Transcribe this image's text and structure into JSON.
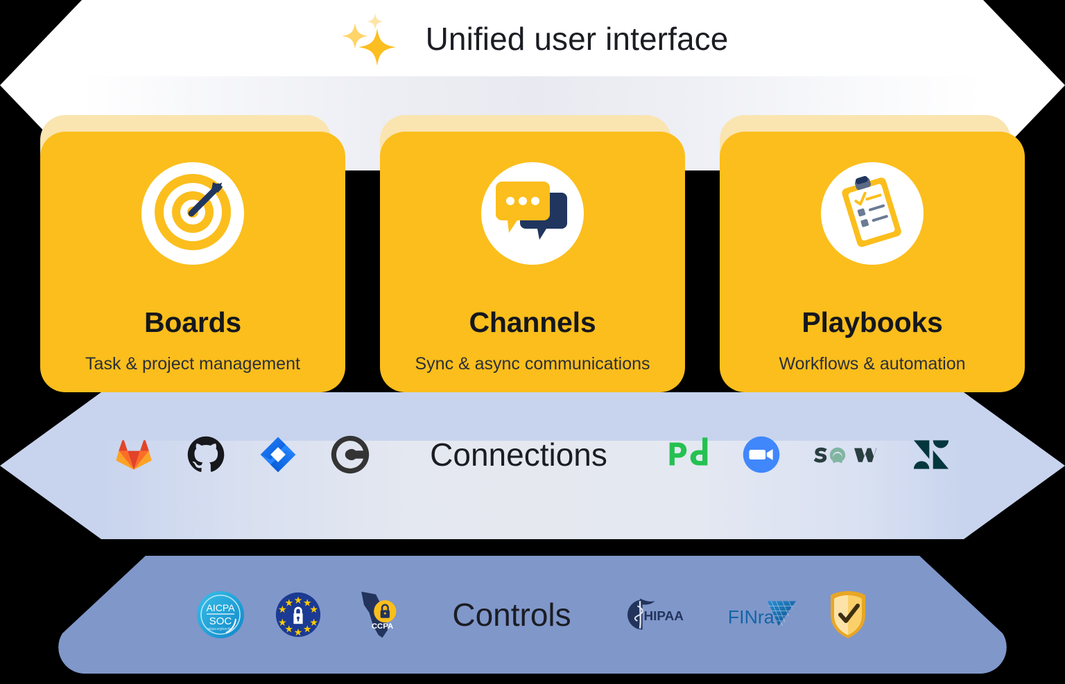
{
  "header": {
    "title": "Unified user interface",
    "icon": "sparkles-icon"
  },
  "cards": [
    {
      "title": "Boards",
      "subtitle": "Task & project management",
      "icon": "target-dart-icon"
    },
    {
      "title": "Channels",
      "subtitle": "Sync & async communications",
      "icon": "chat-bubbles-icon"
    },
    {
      "title": "Playbooks",
      "subtitle": "Workflows & automation",
      "icon": "clipboard-checklist-icon"
    }
  ],
  "connections": {
    "label": "Connections",
    "left_logos": [
      {
        "name": "gitlab-logo",
        "label": "GitLab"
      },
      {
        "name": "github-logo",
        "label": "GitHub"
      },
      {
        "name": "jira-logo",
        "label": "Jira"
      },
      {
        "name": "circleci-logo",
        "label": "CircleCI"
      }
    ],
    "right_logos": [
      {
        "name": "pagerduty-logo",
        "label": "pd"
      },
      {
        "name": "zoom-logo",
        "label": "Zoom"
      },
      {
        "name": "servicenow-logo",
        "label": "now"
      },
      {
        "name": "zendesk-logo",
        "label": "Zendesk"
      }
    ]
  },
  "controls": {
    "label": "Controls",
    "left_badges": [
      {
        "name": "aicpa-soc-badge",
        "line1": "AICPA",
        "line2": "SOC",
        "line3": "aicpa.org/soc4so",
        "line4": "SOC for Service Organizations"
      },
      {
        "name": "gdpr-badge",
        "label": "GDPR"
      },
      {
        "name": "ccpa-badge",
        "label": "CCPA"
      }
    ],
    "right_badges": [
      {
        "name": "hipaa-badge",
        "label": "HIPAA"
      },
      {
        "name": "finra-badge",
        "label": "FINRA"
      },
      {
        "name": "security-shield-badge",
        "label": "Shield"
      }
    ]
  },
  "colors": {
    "card_yellow": "#fbbe1c",
    "card_shadow_yellow": "#fae4b0",
    "connections_blue": "#c8d4ee",
    "controls_blue": "#8097ca",
    "band_white": "#ffffff",
    "text_dark": "#1b1d23",
    "navy": "#1f3864"
  }
}
